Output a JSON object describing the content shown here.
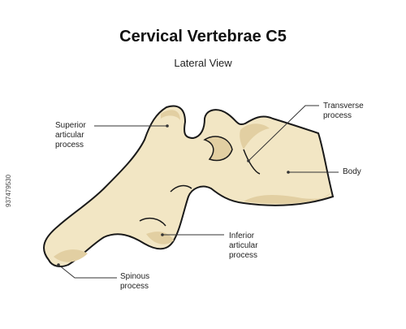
{
  "title": "Cervical Vertebrae C5",
  "subtitle": "Lateral View",
  "labels": {
    "superior": [
      "Superior",
      "articular",
      "process"
    ],
    "transverse": [
      "Transverse",
      "process"
    ],
    "body": [
      "Body"
    ],
    "inferior": [
      "Inferior",
      "articular",
      "process"
    ],
    "spinous": [
      "Spinous",
      "process"
    ]
  },
  "watermark": "937479530",
  "colors": {
    "bone_fill": "#f2e6c4",
    "bone_shadow": "#e2cfa2",
    "outline": "#1a1a1a"
  }
}
